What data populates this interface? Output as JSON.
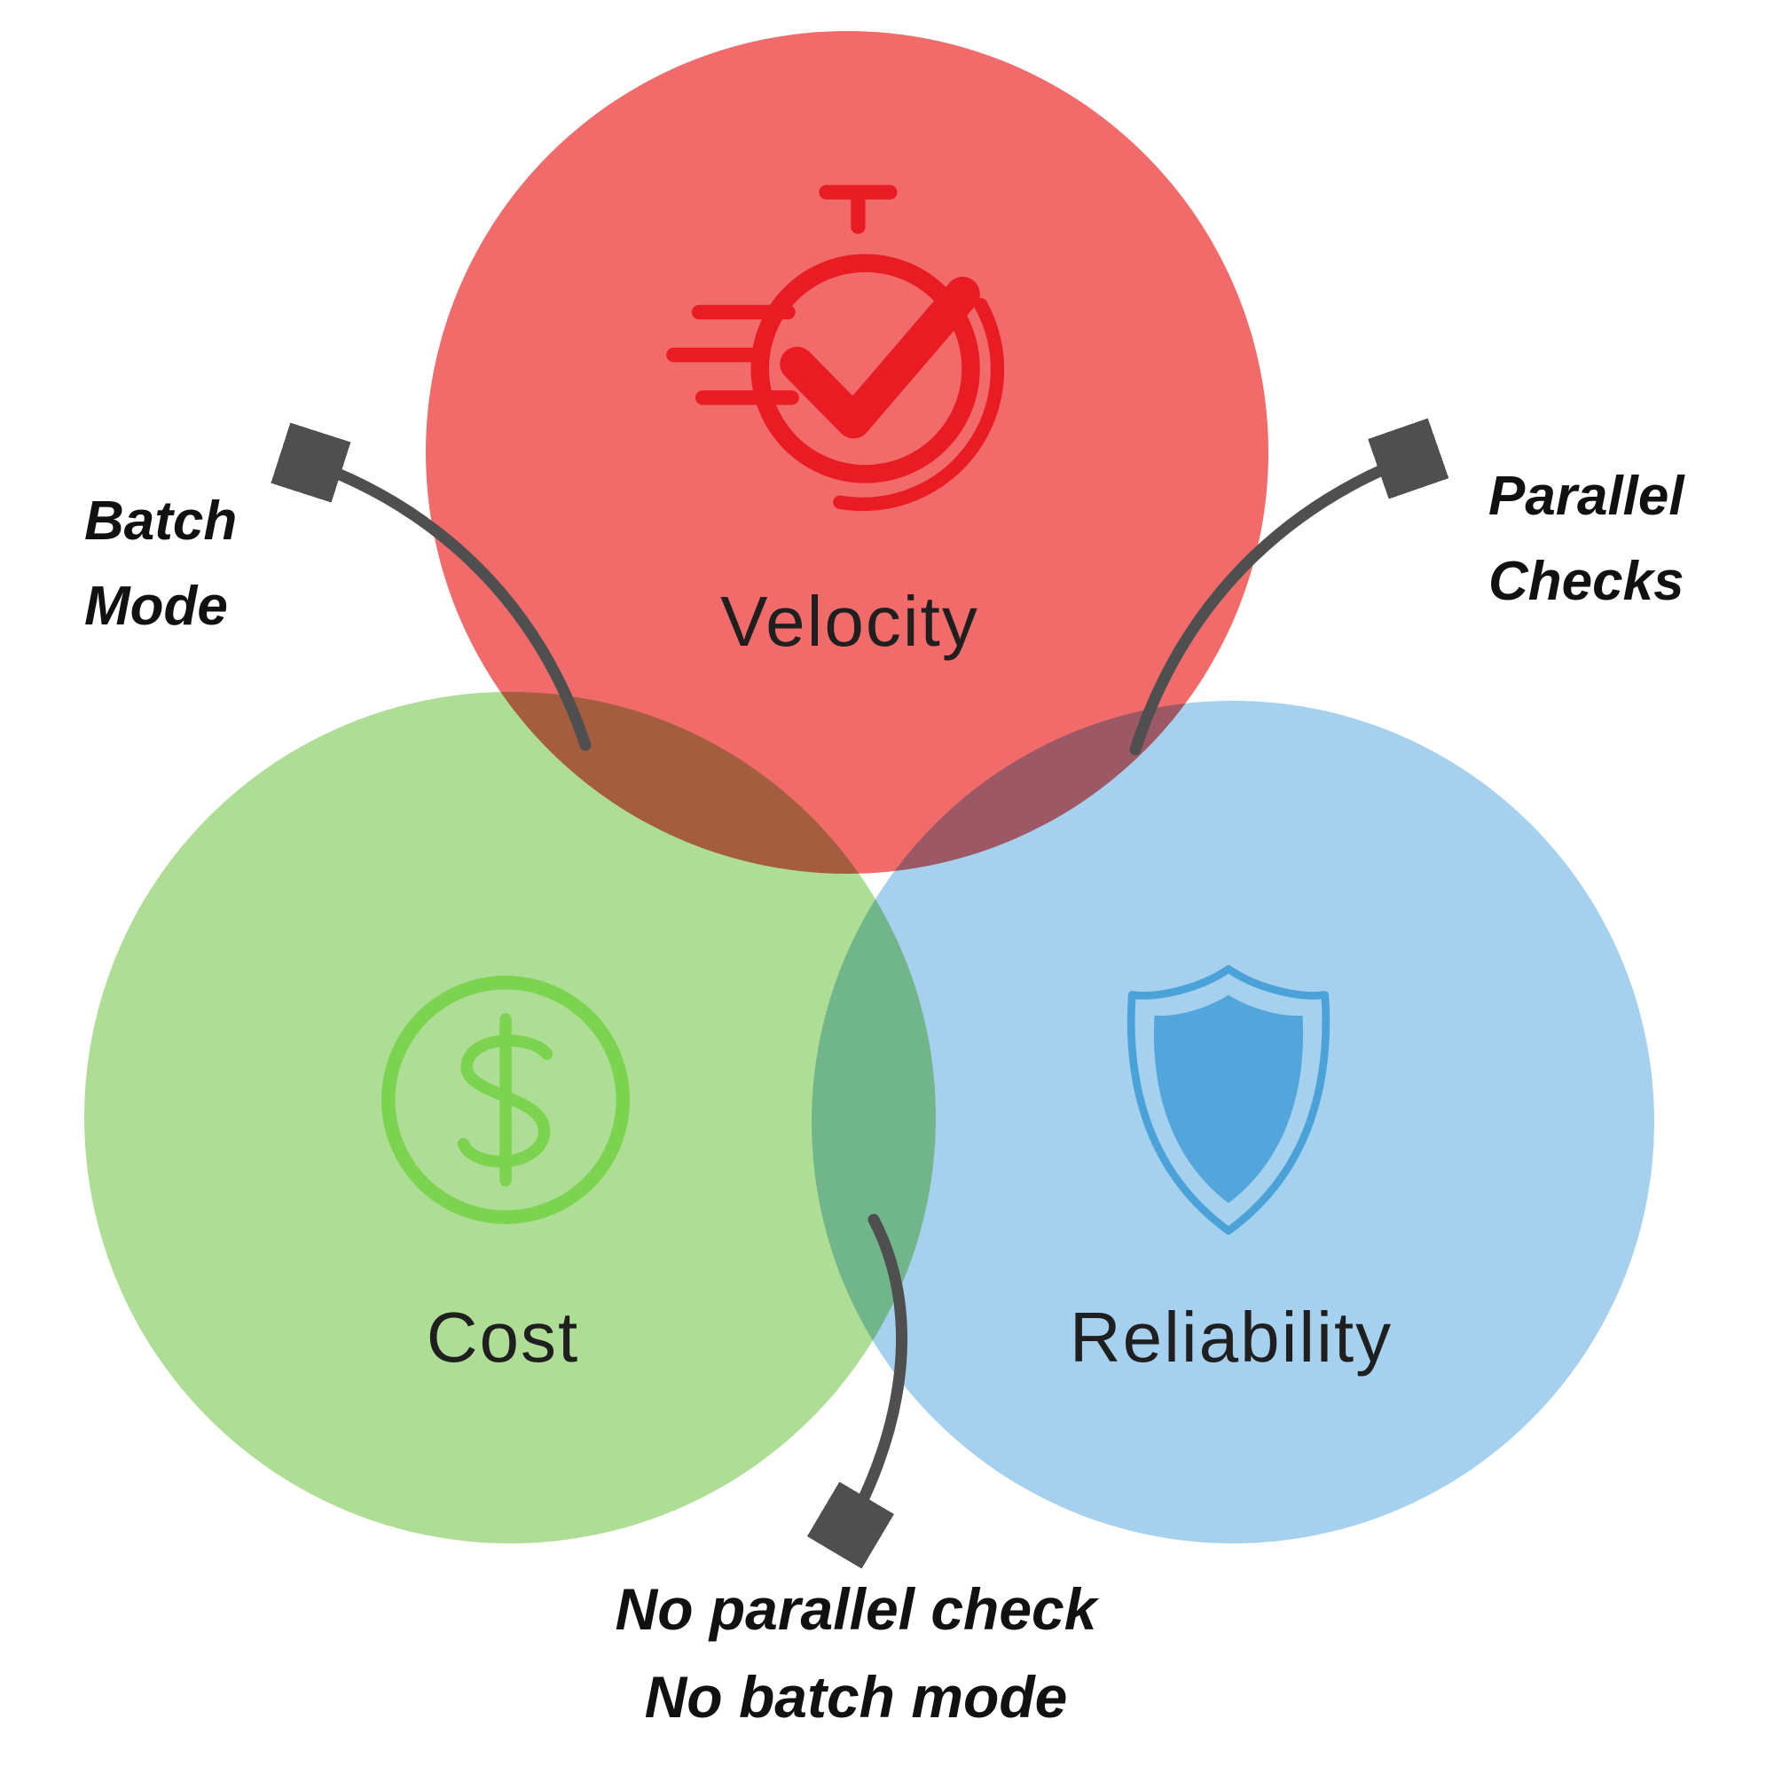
{
  "diagram": {
    "type": "venn",
    "background": "#ffffff",
    "circles": [
      {
        "id": "velocity",
        "label": "Velocity",
        "fill": "#f26b6b",
        "icon": "stopwatch-check-icon",
        "icon_color": "#e91c23"
      },
      {
        "id": "cost",
        "label": "Cost",
        "fill": "#aede95",
        "icon": "dollar-circle-icon",
        "icon_color": "#7bd34f"
      },
      {
        "id": "reliability",
        "label": "Reliability",
        "fill": "#a5d1ee",
        "icon": "shield-icon",
        "icon_color": "#4ba2d9"
      }
    ],
    "annotations": [
      {
        "id": "batch-mode",
        "lines": [
          "Batch",
          "Mode"
        ],
        "position": "top-left",
        "points_from": "velocity-cost-overlap"
      },
      {
        "id": "parallel-checks",
        "lines": [
          "Parallel",
          "Checks"
        ],
        "position": "top-right",
        "points_from": "velocity-reliability-overlap"
      },
      {
        "id": "tradeoff",
        "lines": [
          "No parallel check",
          "No batch mode"
        ],
        "position": "bottom-center",
        "points_from": "cost-reliability-overlap"
      }
    ],
    "arrow_color": "#4f4f4f",
    "text_color": "#1f1f1f"
  }
}
